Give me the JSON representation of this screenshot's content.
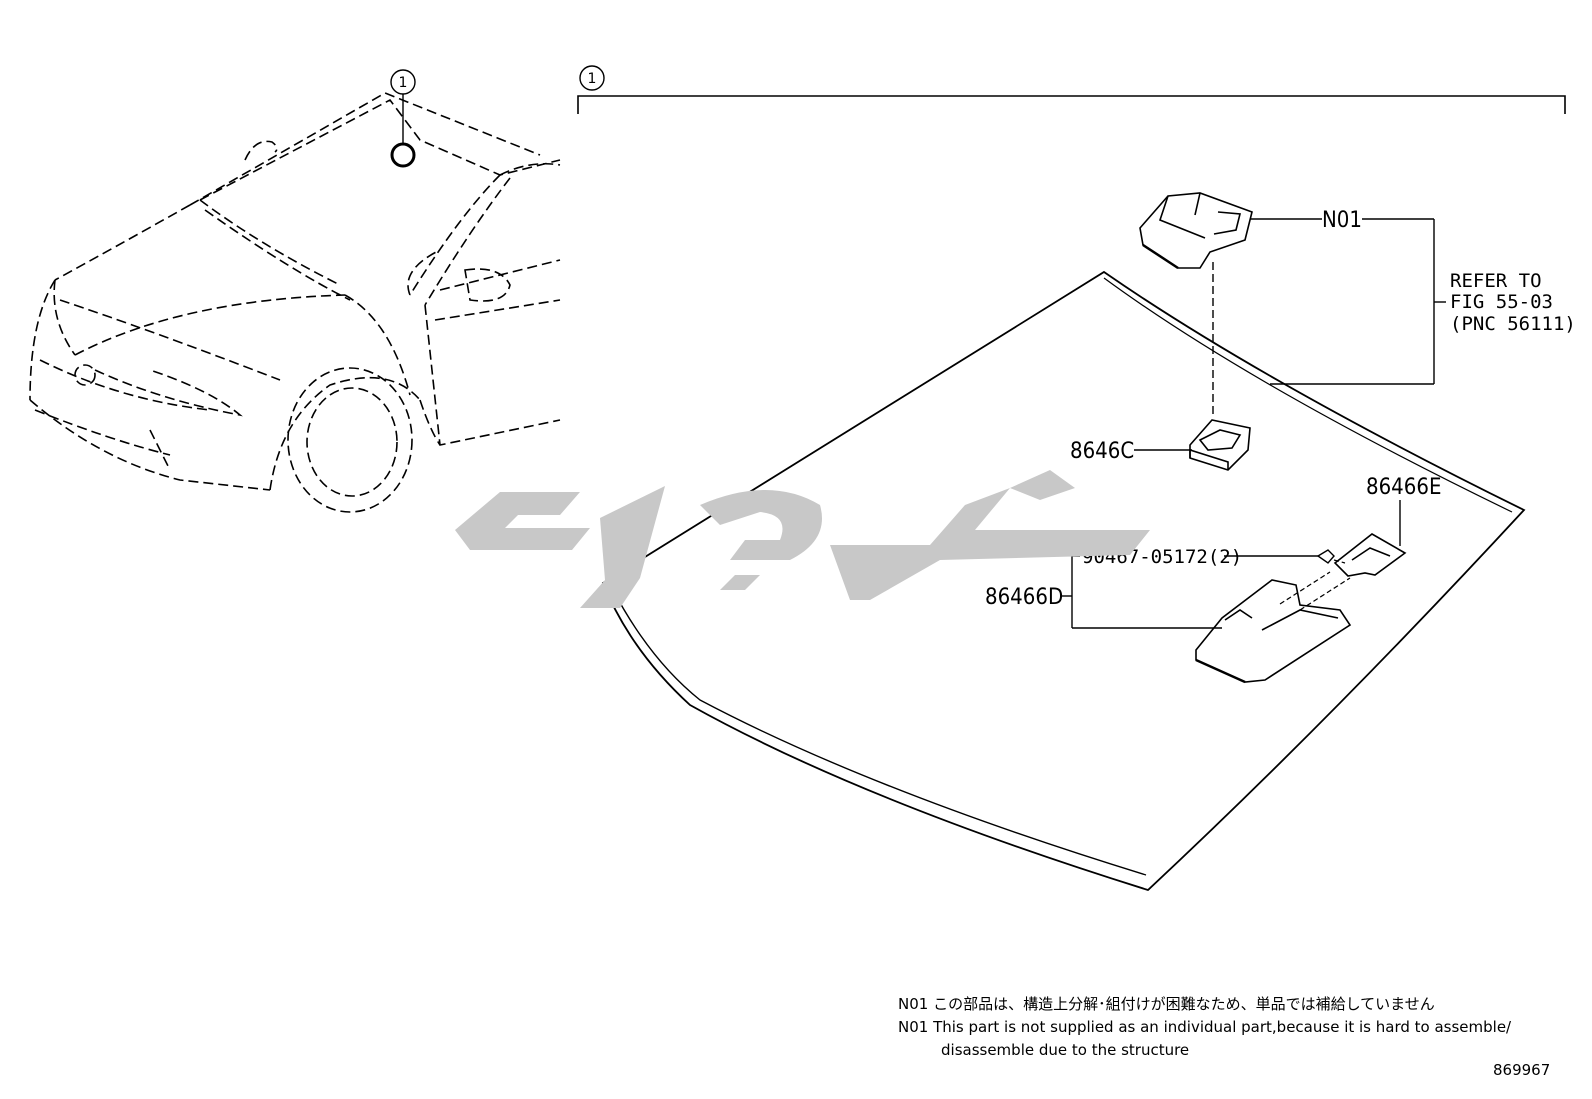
{
  "callouts": {
    "car_ref": "1",
    "group_ref": "1"
  },
  "labels": {
    "n01": "N01",
    "refer_line1": "REFER TO",
    "refer_line2": "FIG 55-03",
    "refer_line3": "(PNC 56111)",
    "p8646c": "8646C",
    "p86466e": "86466E",
    "p90467": "90467-05172(2)",
    "p86466d": "86466D"
  },
  "notes": {
    "jp_code": "N01",
    "jp_text": "この部品は、構造上分解･組付けが困難なため、単品では補給していません",
    "en_code": "N01",
    "en_text_line1": "This part is not supplied as an individual part,because it is hard to assemble/",
    "en_text_line2": "disassemble due to the structure"
  },
  "figure_id": "869967",
  "colors": {
    "line": "#000000",
    "watermark": "#c8c8c8"
  }
}
